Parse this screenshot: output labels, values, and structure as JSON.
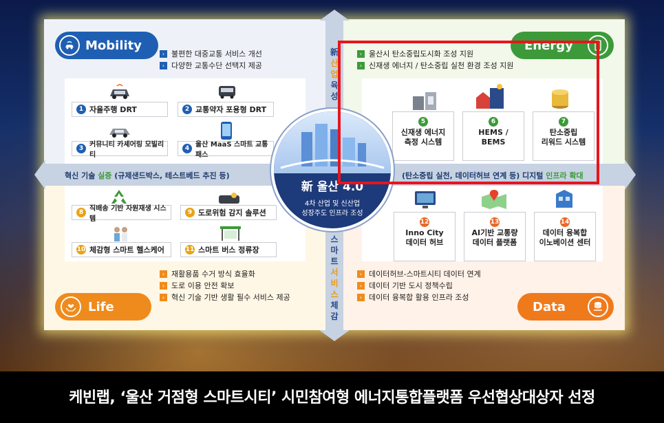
{
  "headline": "케빈랩, ‘울산 거점형 스마트시티’ 시민참여형 에너지통합플랫폼 우선협상대상자 선정",
  "colors": {
    "mobility": "#1f5fb3",
    "energy": "#3d9a3a",
    "life": "#ef8b1c",
    "data": "#ef7a1c",
    "highlight": "#e8141c"
  },
  "center": {
    "title": "新 울산 4.0",
    "subtitle_line1": "4차 산업 및 신산업",
    "subtitle_line2": "성장주도 인프라 조성"
  },
  "axis": {
    "top": "新산업육성",
    "top_chars": [
      "新",
      "산",
      "업",
      "육",
      "성"
    ],
    "bottom_chars": [
      "스",
      "마",
      "트",
      "서",
      "비",
      "스",
      "체",
      "감"
    ],
    "left_band_prefix": "혁신 기술 ",
    "left_band_highlight": "실증",
    "left_band_suffix": " (규제샌드박스, 테스트베드 추진 등)",
    "right_band_prefix": "(탄소중립 실천, 데이터허브 연계 등) 디지털 ",
    "right_band_highlight": "인프라 확대"
  },
  "mobility": {
    "badge": "Mobility",
    "icon": "wifi-car-icon",
    "bullets": [
      "불편한 대중교통 서비스 개선",
      "다양한 교통수단 선택지 제공"
    ],
    "items": [
      {
        "num": "1",
        "label": "자율주행 DRT"
      },
      {
        "num": "2",
        "label": "교통약자 포용형 DRT"
      },
      {
        "num": "3",
        "label": "커뮤니티 카셰어링 모빌리티"
      },
      {
        "num": "4",
        "label": "울산 MaaS 스마트 교통 패스"
      }
    ]
  },
  "energy": {
    "badge": "Energy",
    "icon": "battery-icon",
    "bullets": [
      "울산시 탄소중립도시화 조성 지원",
      "신재생 에너지 / 탄소중립 실천 환경 조성 지원"
    ],
    "items": [
      {
        "num": "5",
        "line1": "신재생 에너지",
        "line2": "측정 시스템"
      },
      {
        "num": "6",
        "line1": "HEMS /",
        "line2": "BEMS"
      },
      {
        "num": "7",
        "line1": "탄소중립",
        "line2": "리워드 시스템"
      }
    ]
  },
  "life": {
    "badge": "Life",
    "icon": "hands-heart-icon",
    "bullets": [
      "재활용품 수거 방식 효율화",
      "도로 이용 안전 확보",
      "혁신 기술 기반 생활 필수 서비스 제공"
    ],
    "items": [
      {
        "num": "8",
        "label": "직배송 기반 자원재생 시스템"
      },
      {
        "num": "9",
        "label": "도로위험 감지 솔루션"
      },
      {
        "num": "10",
        "label": "체감형 스마트 헬스케어"
      },
      {
        "num": "11",
        "label": "스마트 버스 정류장"
      }
    ]
  },
  "data": {
    "badge": "Data",
    "icon": "database-hand-icon",
    "bullets": [
      "데이터허브-스마트시티 데이터 연계",
      "데이터 기반 도시 정책수립",
      "데이터 융복합 활용 인프라 조성"
    ],
    "items": [
      {
        "num": "12",
        "line1": "Inno City",
        "line2": "데이터 허브"
      },
      {
        "num": "13",
        "line1": "AI기반 교통량",
        "line2": "데이터 플랫폼"
      },
      {
        "num": "14",
        "line1": "데이터 융복합",
        "line2": "이노베이션 센터"
      }
    ]
  }
}
